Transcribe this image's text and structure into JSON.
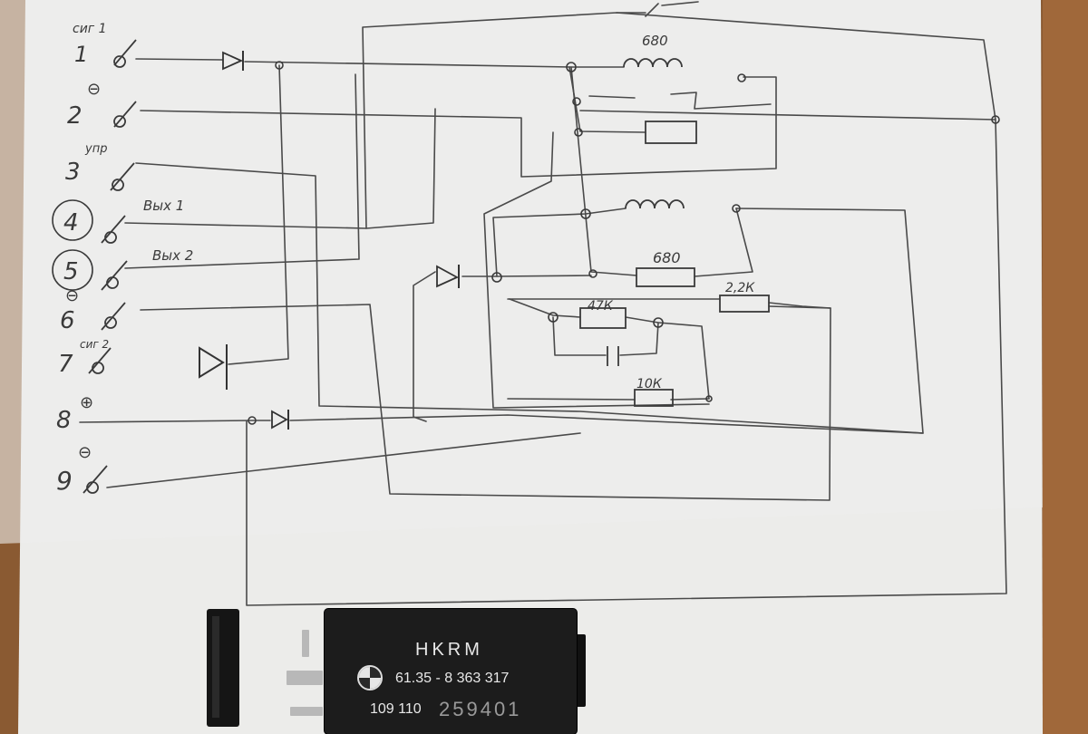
{
  "pins": [
    {
      "num": "1",
      "label": "сиг 1"
    },
    {
      "num": "2",
      "label": "⊖"
    },
    {
      "num": "3",
      "label": "упр"
    },
    {
      "num": "4",
      "label": "Вых 1"
    },
    {
      "num": "5",
      "label": "Вых 2"
    },
    {
      "num": "6",
      "label": "⊖"
    },
    {
      "num": "7",
      "label": "сиг 2"
    },
    {
      "num": "8",
      "label": "⊕"
    },
    {
      "num": "9",
      "label": "⊖"
    }
  ],
  "components": {
    "coil1": "680",
    "res_680": "680",
    "res_47k": "47К",
    "res_22k": "2,2К",
    "res_10k": "10К"
  },
  "relay": {
    "brand": "HKRM",
    "part_number": "61.35 - 8 363 317",
    "code": "109 110",
    "serial": "259401"
  }
}
